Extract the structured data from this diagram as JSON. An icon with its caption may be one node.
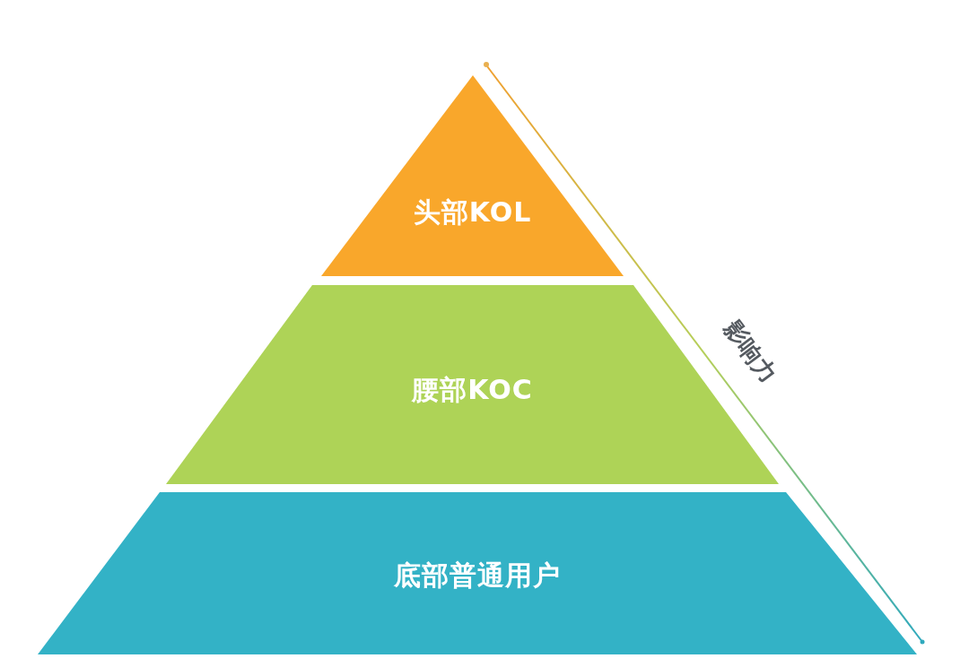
{
  "diagram": {
    "nodes": [
      {
        "text": [
          "头部KOL"
        ]
      },
      {
        "text": [
          "腰部KOC"
        ]
      },
      {
        "text": [
          "底部普通用户"
        ]
      }
    ],
    "labels": [
      "影响力"
    ]
  }
}
